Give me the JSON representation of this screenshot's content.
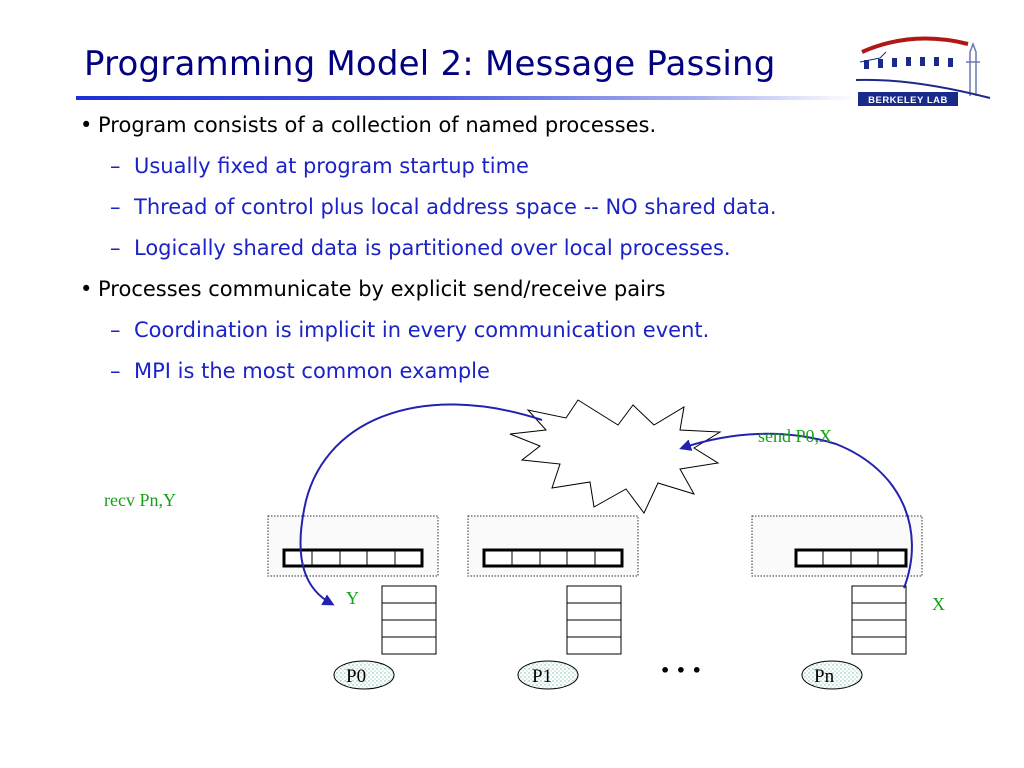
{
  "slide": {
    "title": "Programming Model 2:  Message Passing",
    "logo_text": "Berkeley Lab"
  },
  "bullets": [
    {
      "text": "Program consists of a collection of named processes.",
      "subs": [
        "Usually fixed at program startup time",
        "Thread of control plus local address space -- NO shared data.",
        "Logically shared data is partitioned over local processes."
      ]
    },
    {
      "text": "Processes communicate by explicit send/receive pairs",
      "subs": [
        "Coordination is implicit in every communication event.",
        "MPI is the most common example"
      ]
    }
  ],
  "diagram": {
    "send_label": "send P0,X",
    "recv_label": "recv Pn,Y",
    "y_label": "Y",
    "x_label": "X",
    "ellipsis": "• • •",
    "processes": [
      "P0",
      "P1",
      "Pn"
    ]
  },
  "colors": {
    "title": "#000080",
    "sub_bullet": "#1a22c8",
    "annotation": "#16a016",
    "arrow": "#2222b0"
  }
}
